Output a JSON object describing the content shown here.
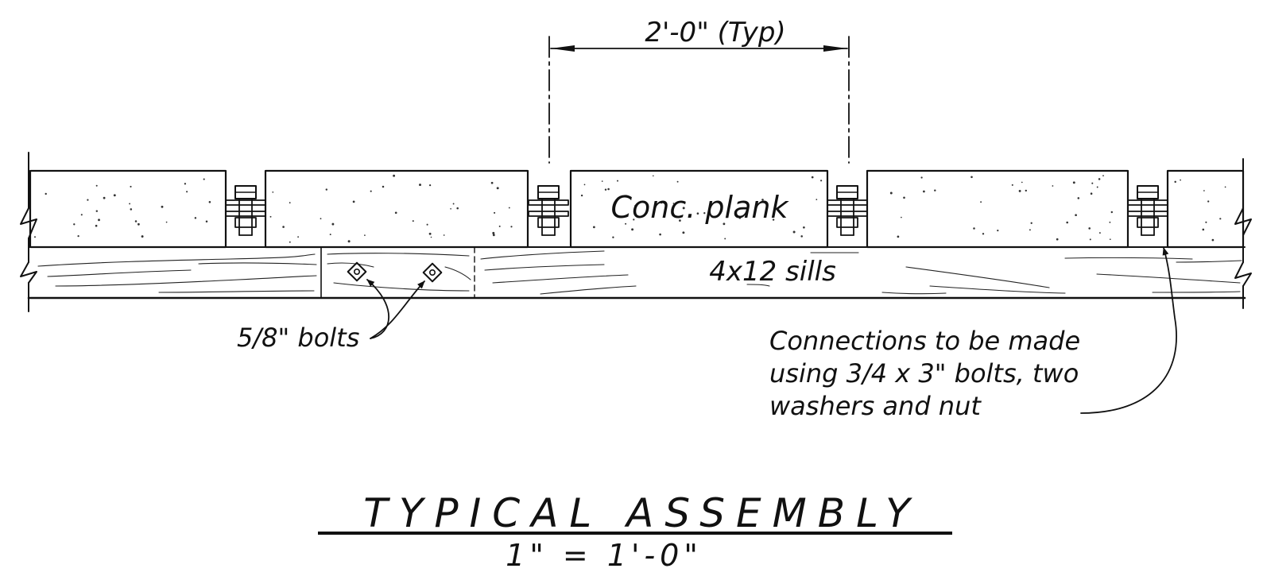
{
  "dimension": {
    "label": "2'-0\" (Typ)"
  },
  "labels": {
    "plank": "Conc. plank",
    "sills": "4x12 sills",
    "sill_bolts": "5/8\" bolts",
    "connection_note": [
      "Connections to be made",
      "using 3/4 x 3\" bolts, two",
      "washers and nut"
    ]
  },
  "title": {
    "text": "TYPICAL ASSEMBLY",
    "scale": "1\" = 1'-0\""
  }
}
